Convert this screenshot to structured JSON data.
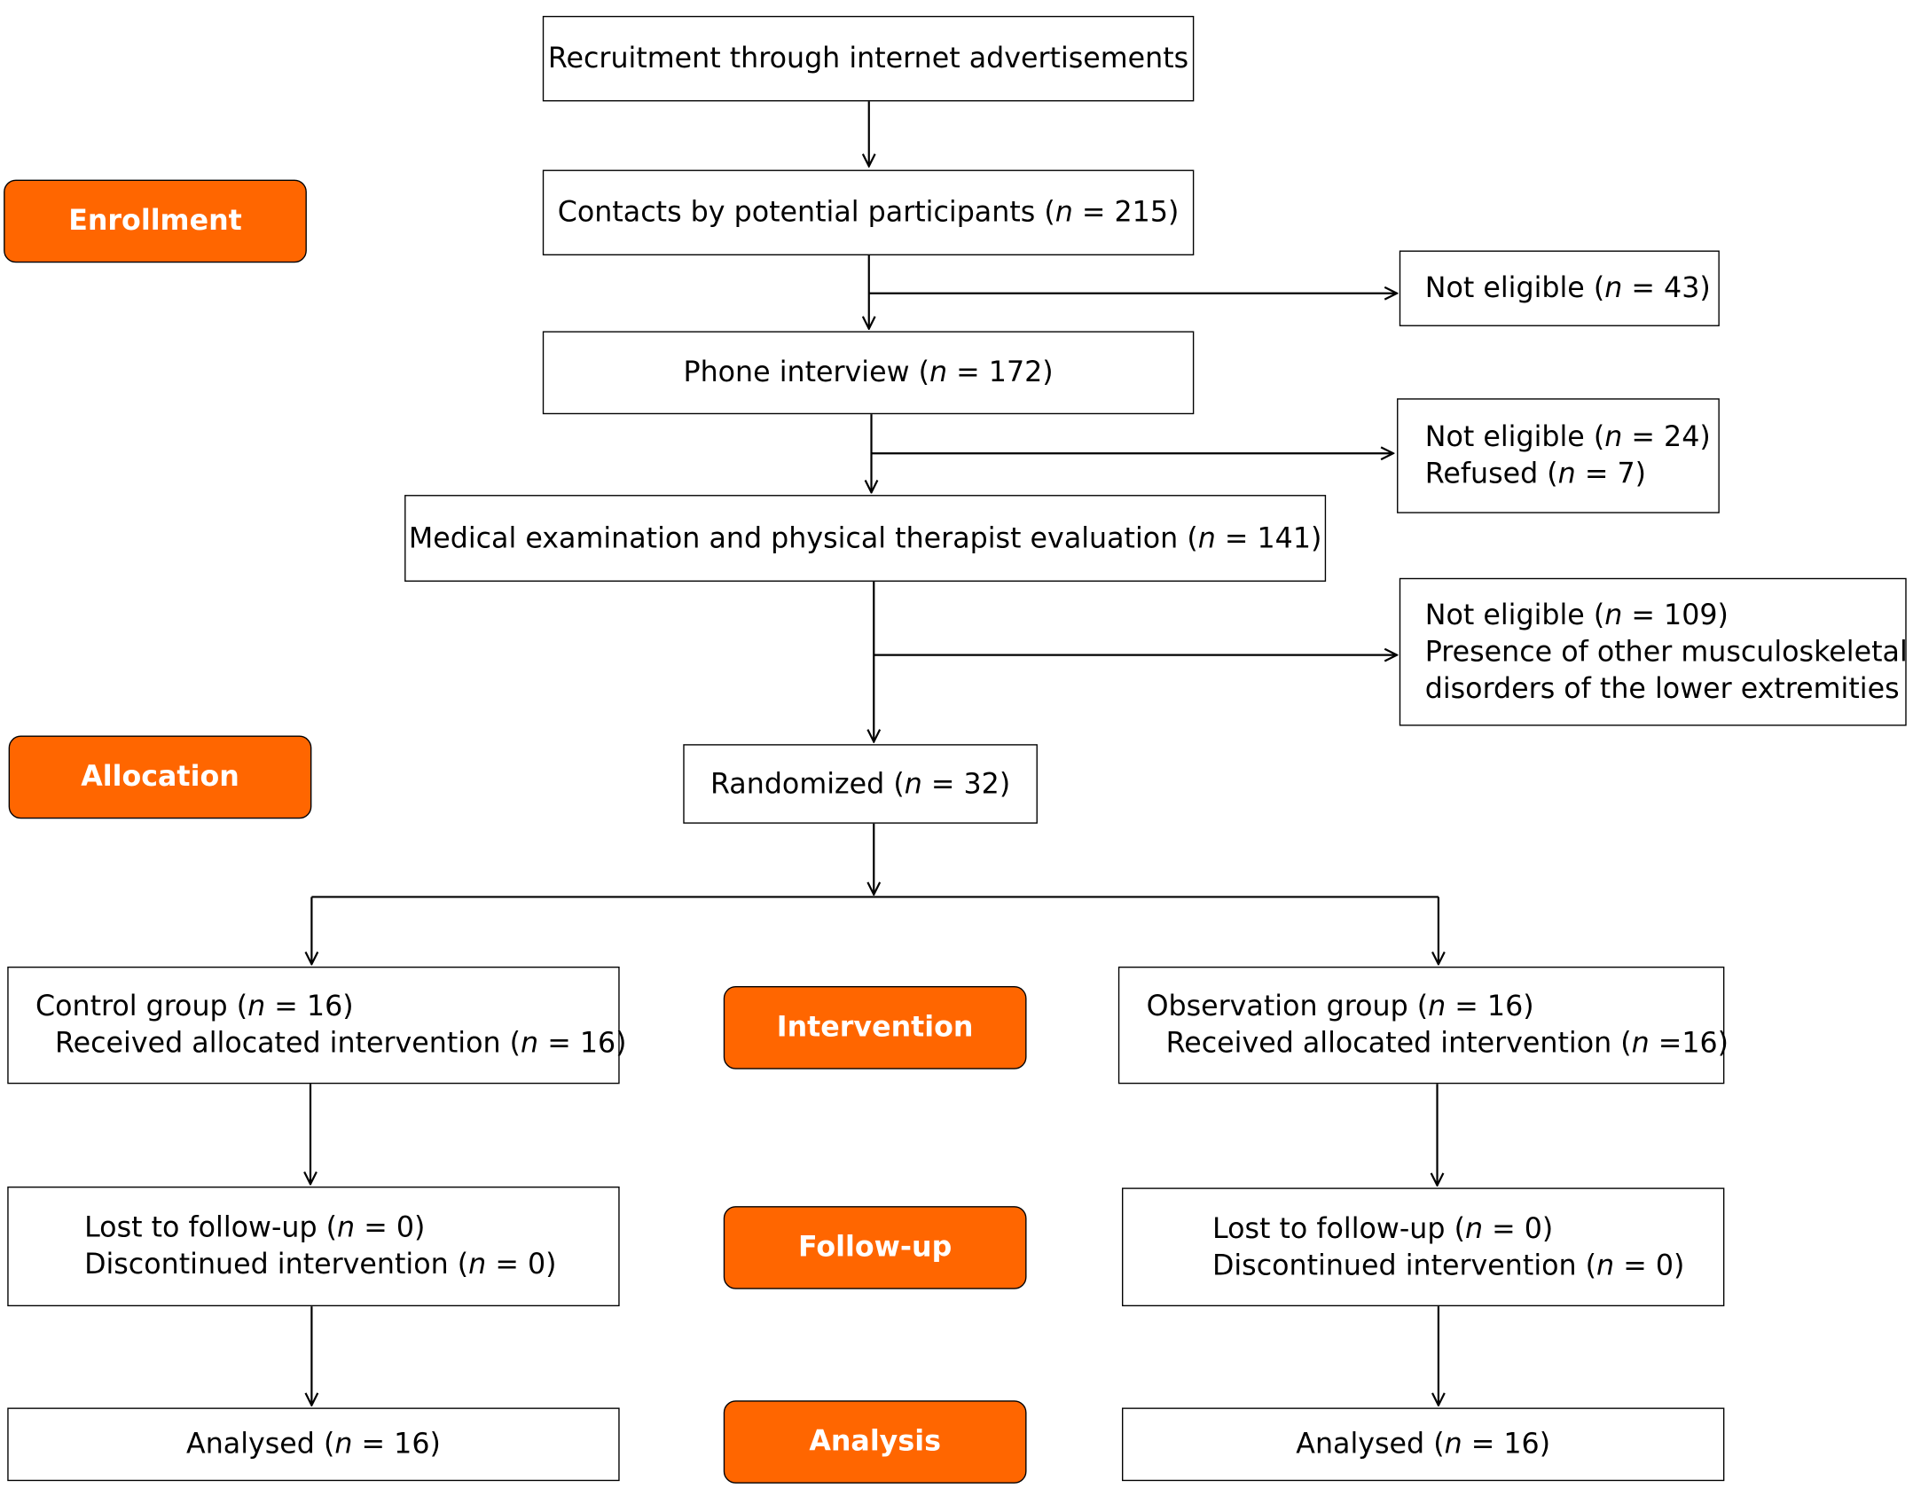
{
  "stages": {
    "enrollment": "Enrollment",
    "allocation": "Allocation",
    "intervention": "Intervention",
    "follow_up": "Follow-up",
    "analysis": "Analysis"
  },
  "symbols": {
    "n": "n"
  },
  "boxes": {
    "recruitment": "Recruitment through internet advertisements",
    "contacts": {
      "label": "Contacts by potential participants (",
      "suffix": " = 215)"
    },
    "not_eligible_1": {
      "label": "Not eligible (",
      "suffix": " = 43)"
    },
    "phone_interview": {
      "label": "Phone interview (",
      "suffix": " = 172)"
    },
    "not_eligible_2": {
      "line1": {
        "label": "Not eligible (",
        "suffix": " = 24)"
      },
      "line2": {
        "label": "Refused (",
        "suffix": " = 7)"
      }
    },
    "medical_exam": {
      "label": "Medical examination and physical therapist evaluation (",
      "suffix": " = 141)"
    },
    "not_eligible_3": {
      "line1": {
        "label": "Not eligible (",
        "suffix": " = 109)"
      },
      "line2": "Presence of other musculoskeletal",
      "line3": "disorders of the lower extremities"
    },
    "randomized": {
      "label": "Randomized (",
      "suffix": " = 32)"
    },
    "control_group": {
      "line1": {
        "label": "Control group (",
        "suffix": " = 16)"
      },
      "line2": {
        "label": "Received allocated intervention (",
        "suffix": " = 16)"
      }
    },
    "observation_group": {
      "line1": {
        "label": "Observation group (",
        "suffix": " = 16)"
      },
      "line2": {
        "label": "Received allocated intervention (",
        "suffix": " =16)"
      }
    },
    "followup_left": {
      "line1": {
        "label": "Lost to follow-up (",
        "suffix": " = 0)"
      },
      "line2": {
        "label": "Discontinued intervention (",
        "suffix": " = 0)"
      }
    },
    "followup_right": {
      "line1": {
        "label": "Lost to follow-up (",
        "suffix": " = 0)"
      },
      "line2": {
        "label": "Discontinued intervention (",
        "suffix": " = 0)"
      }
    },
    "analysed_left": {
      "label": "Analysed (",
      "suffix": " = 16)"
    },
    "analysed_right": {
      "label": "Analysed (",
      "suffix": " = 16)"
    }
  }
}
